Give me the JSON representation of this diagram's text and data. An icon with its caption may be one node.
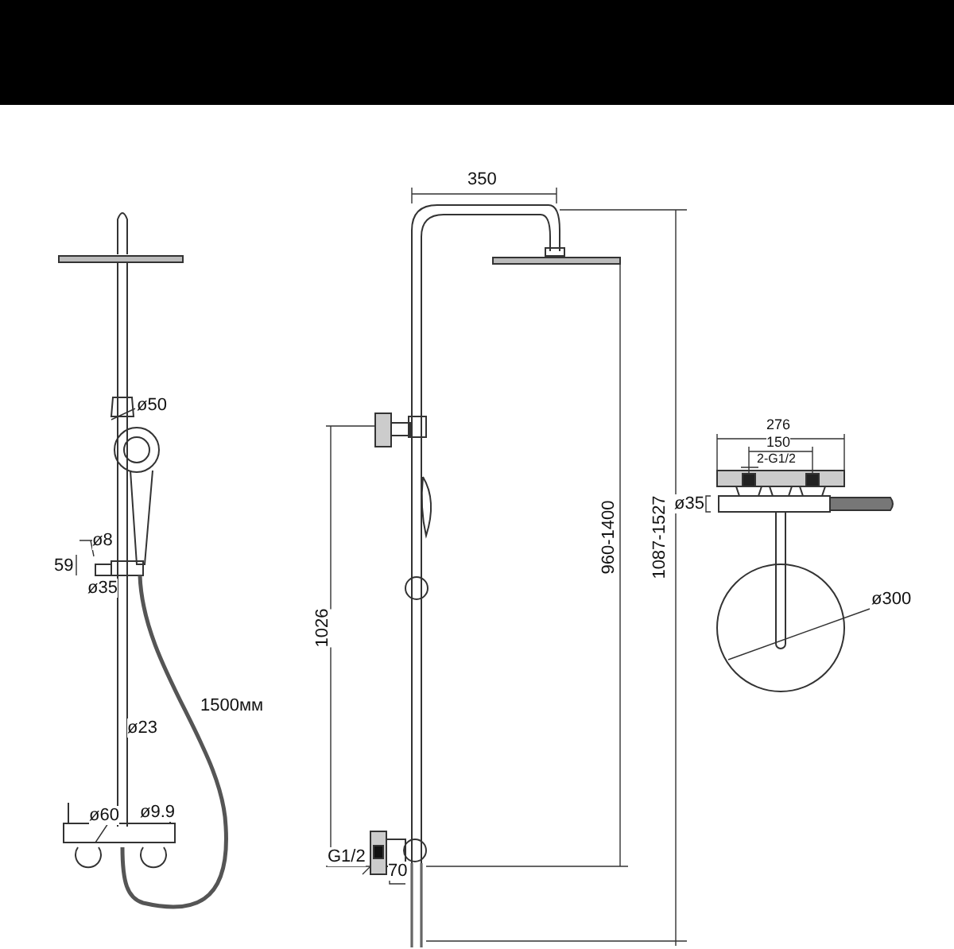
{
  "diagram": {
    "labels": [
      "ø50",
      "ø8",
      "59",
      "ø35",
      "1500мм",
      "ø23",
      "ø60",
      "ø9.9",
      "350",
      "1026",
      "960-1400",
      "1087-1527",
      "G1/2",
      "70",
      "276",
      "150",
      "2-G1/2",
      "ø35",
      "ø300"
    ]
  }
}
